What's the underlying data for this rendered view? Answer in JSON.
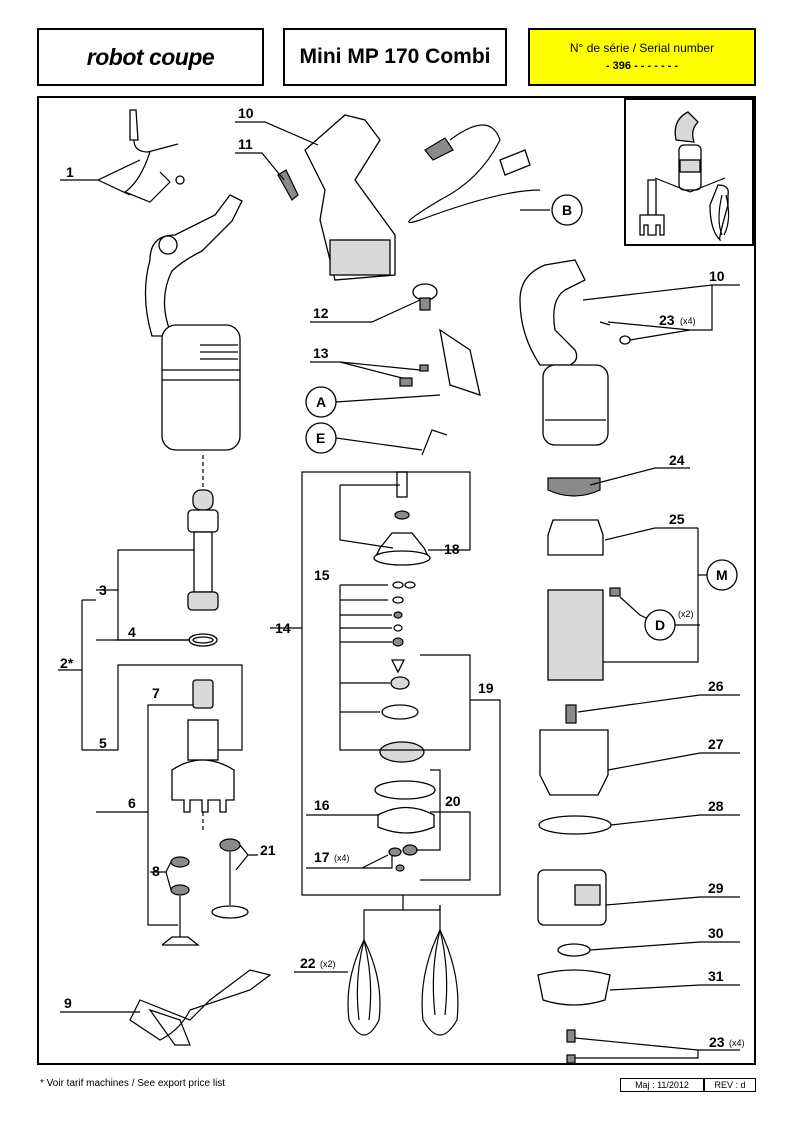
{
  "header": {
    "brand": "robot coupe",
    "title": "Mini MP 170 Combi",
    "serial_label": "N° de série / Serial number",
    "serial_value": "- 396 - - - - -   - -"
  },
  "callouts": {
    "c1": "1",
    "c2": "2*",
    "c3": "3",
    "c4": "4",
    "c5": "5",
    "c6": "6",
    "c7": "7",
    "c8": "8",
    "c9": "9",
    "c10a": "10",
    "c10b": "10",
    "c11": "11",
    "c12": "12",
    "c13": "13",
    "c14": "14",
    "c15": "15",
    "c16": "16",
    "c17": "17",
    "c17q": "(x4)",
    "c18": "18",
    "c19": "19",
    "c20": "20",
    "c21": "21",
    "c22": "22",
    "c22q": "(x2)",
    "c23a": "23",
    "c23aq": "(x4)",
    "c23b": "23",
    "c23bq": "(x4)",
    "c24": "24",
    "c25": "25",
    "c26": "26",
    "c27": "27",
    "c28": "28",
    "c29": "29",
    "c30": "30",
    "c31": "31",
    "cA": "A",
    "cB": "B",
    "cD": "D",
    "cDq": "(x2)",
    "cE": "E",
    "cM": "M"
  },
  "footer": {
    "note": "* Voir tarif machines / See export price list",
    "date": "Maj : 11/2012",
    "rev": "REV : d"
  }
}
